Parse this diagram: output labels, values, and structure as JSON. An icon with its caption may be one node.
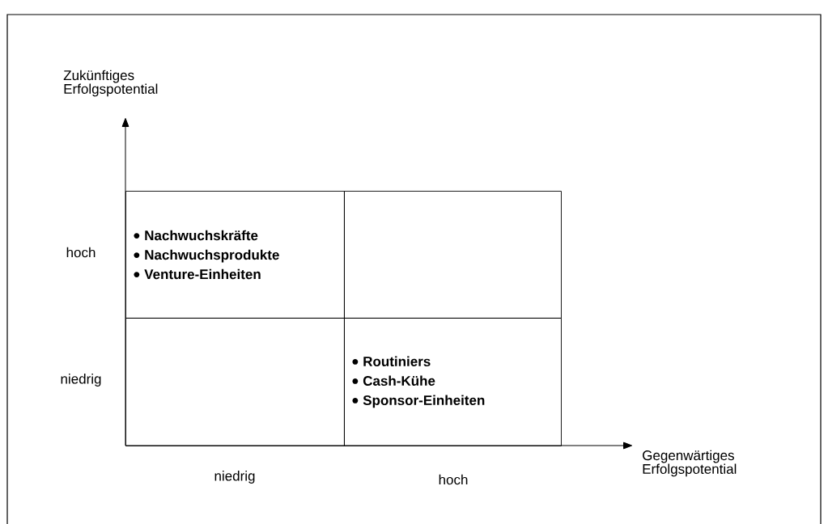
{
  "diagram": {
    "nodes": [
      {
        "text": [
          "Nachwuchskräfte",
          "Nachwuchsprodukte",
          "Venture-Einheiten"
        ]
      },
      {
        "text": [],
        "shape": "box"
      },
      {
        "text": [],
        "shape": "box"
      },
      {
        "text": [
          "Routiniers",
          "Cash-Kühe",
          "Sponsor-Einheiten"
        ]
      }
    ],
    "labels": [
      "Zukünftiges Erfolgspotential",
      "hoch",
      "niedrig",
      "Gegenwärtiges Erfolgspotential",
      "niedrig",
      "hoch"
    ]
  }
}
